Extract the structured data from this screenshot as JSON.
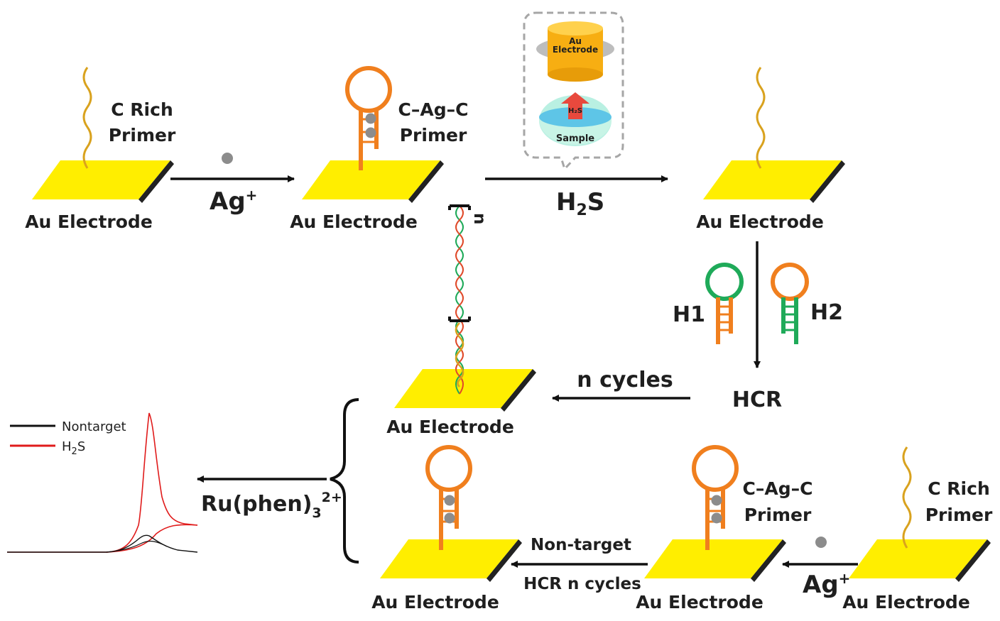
{
  "labels": {
    "au_electrode": "Au Electrode",
    "c_rich": "C Rich",
    "primer": "Primer",
    "c_ag_c": "C–Ag–C",
    "ag": "Ag",
    "ag_sup": "+",
    "h2s_h": "H",
    "h2s_sub": "2",
    "h2s_s": "S",
    "h1": "H1",
    "h2": "H2",
    "hcr": "HCR",
    "n_cycles": "n cycles",
    "n_sub": "n",
    "non_target": "Non-target",
    "hcr_n_cycles": "HCR n cycles",
    "ru_main": "Ru(phen)",
    "ru_sub": "3",
    "ru_sup": "2+",
    "inset_au": "Au",
    "inset_electrode": "Electrode",
    "inset_h2s": "H₂S",
    "inset_sample": "Sample"
  },
  "legend": {
    "nontarget": "Nontarget",
    "h2s_h": "H",
    "h2s_sub": "2",
    "h2s_s": "S"
  },
  "colors": {
    "electrode": "#ffee00",
    "electrode_edge": "#222222",
    "c_rich_strand": "#d9a21e",
    "hairpin_orange": "#f07f1e",
    "hairpin_green": "#1faa59",
    "ag_dot": "#8c8c8c",
    "curve_h2s": "#e01b1b",
    "curve_nontarget": "#111111"
  }
}
